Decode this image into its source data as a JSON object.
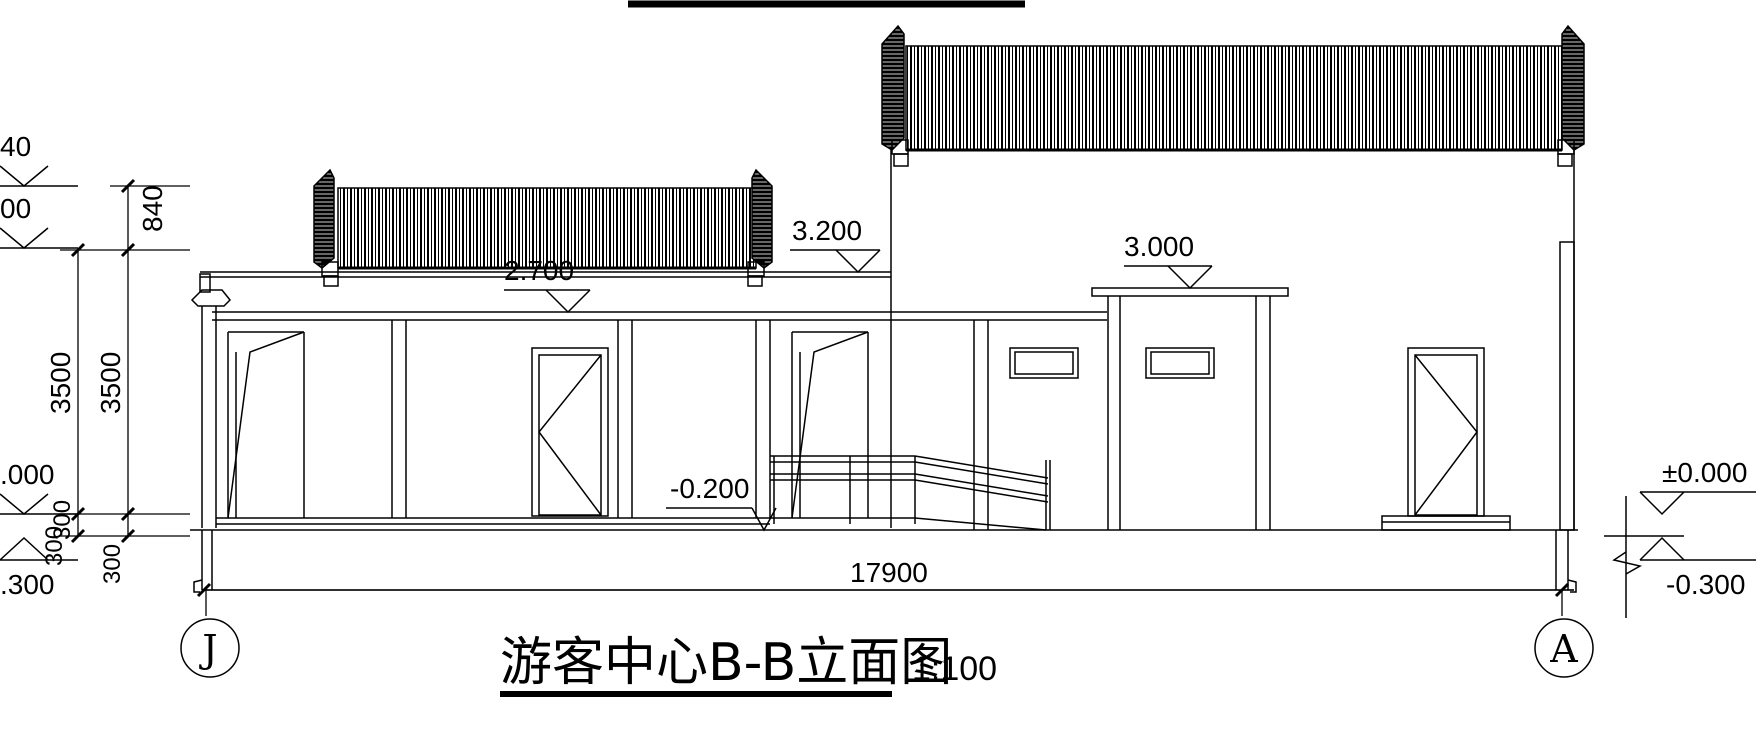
{
  "drawing": {
    "title": "游客中心B-B立面图",
    "scale": "1:100",
    "stroke_color": "#000000",
    "background": "#ffffff"
  },
  "levels": {
    "roof_low": "2.700",
    "roof_mid": "3.200",
    "roof_annex": "3.000",
    "ground_left": "-0.200",
    "ground_right": "±0.000",
    "base_right": "-0.300",
    "left_cut_1": "40",
    "left_cut_2": "00",
    "left_cut_3": ".000",
    "left_cut_4": ".300"
  },
  "dimensions": {
    "parapet": "840",
    "wall_height_a": "3500",
    "wall_height_b": "3500",
    "plinth_a": "300",
    "plinth_b": "300",
    "plinth_c": "300",
    "total_length": "17900"
  },
  "axes": {
    "left": "J",
    "right": "A"
  }
}
